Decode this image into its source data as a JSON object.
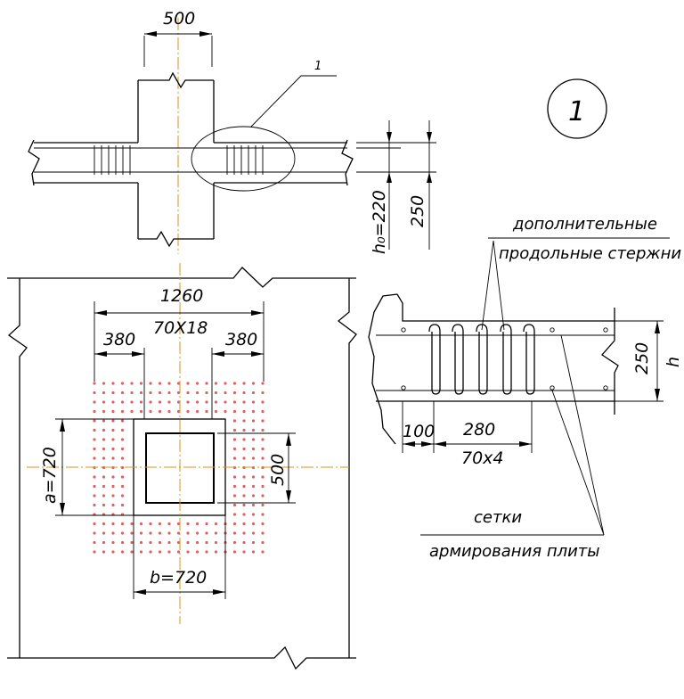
{
  "section_marker": "1",
  "callout_number": "1",
  "top_view": {
    "column_width": "500",
    "slab_depth": "250",
    "effective_depth": "h₀=220"
  },
  "plan_view": {
    "mesh_width": "1260",
    "mesh_spacing": "70X18",
    "left_offset": "380",
    "right_offset": "380",
    "side_a": "a=720",
    "side_b": "b=720",
    "column_size": "500"
  },
  "section_view": {
    "label_additional_line1": "дополнительные",
    "label_additional_line2": "продольные стержни",
    "height_value": "250",
    "height_symbol": "h",
    "edge_offset": "100",
    "bar_zone": "280",
    "bar_spacing": "70x4",
    "label_mesh_line1": "сетки",
    "label_mesh_line2": "армирования плиты"
  },
  "colors": {
    "lines": "#000000",
    "axis": "#e0901a",
    "mesh_dots": "#e06060"
  }
}
